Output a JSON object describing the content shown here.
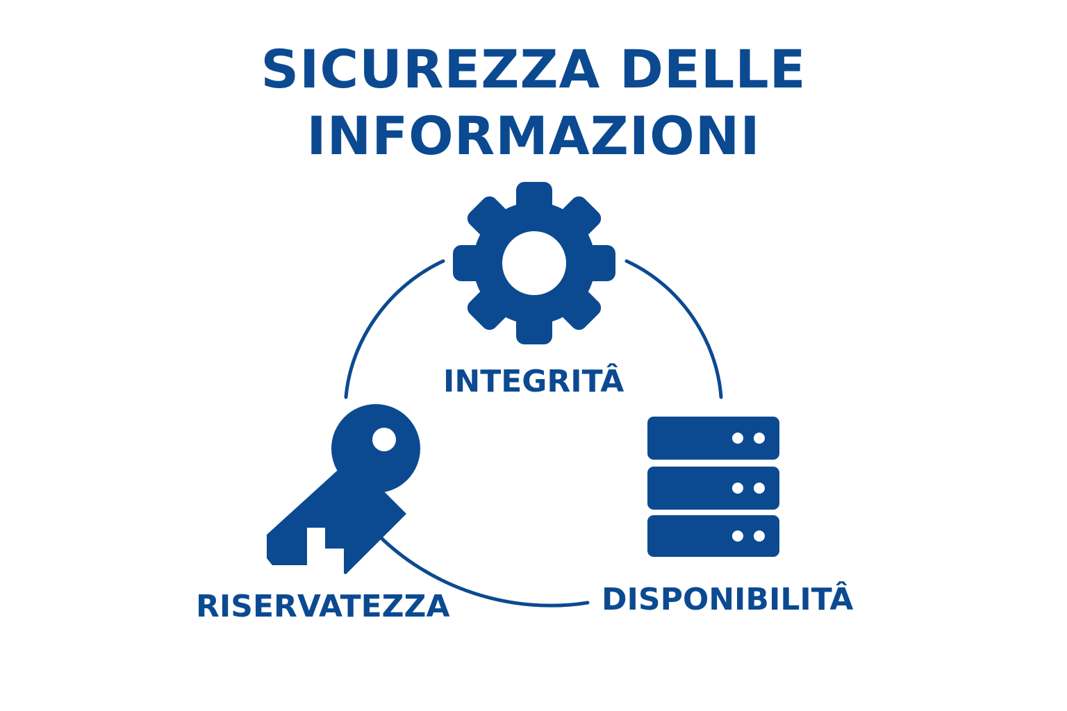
{
  "diagram": {
    "title_line_1": "SICUREZZA DELLE",
    "title_line_2": "INFORMAZIONI",
    "nodes": [
      {
        "id": "integrita",
        "label": "INTEGRITÂ",
        "icon": "gear-icon"
      },
      {
        "id": "riservatezza",
        "label": "RISERVATEZZA",
        "icon": "key-icon"
      },
      {
        "id": "disponibilita",
        "label": "DISPONIBILITÂ",
        "icon": "server-icon"
      }
    ]
  },
  "colors": {
    "primary": "#0b4a91",
    "background": "#ffffff"
  }
}
